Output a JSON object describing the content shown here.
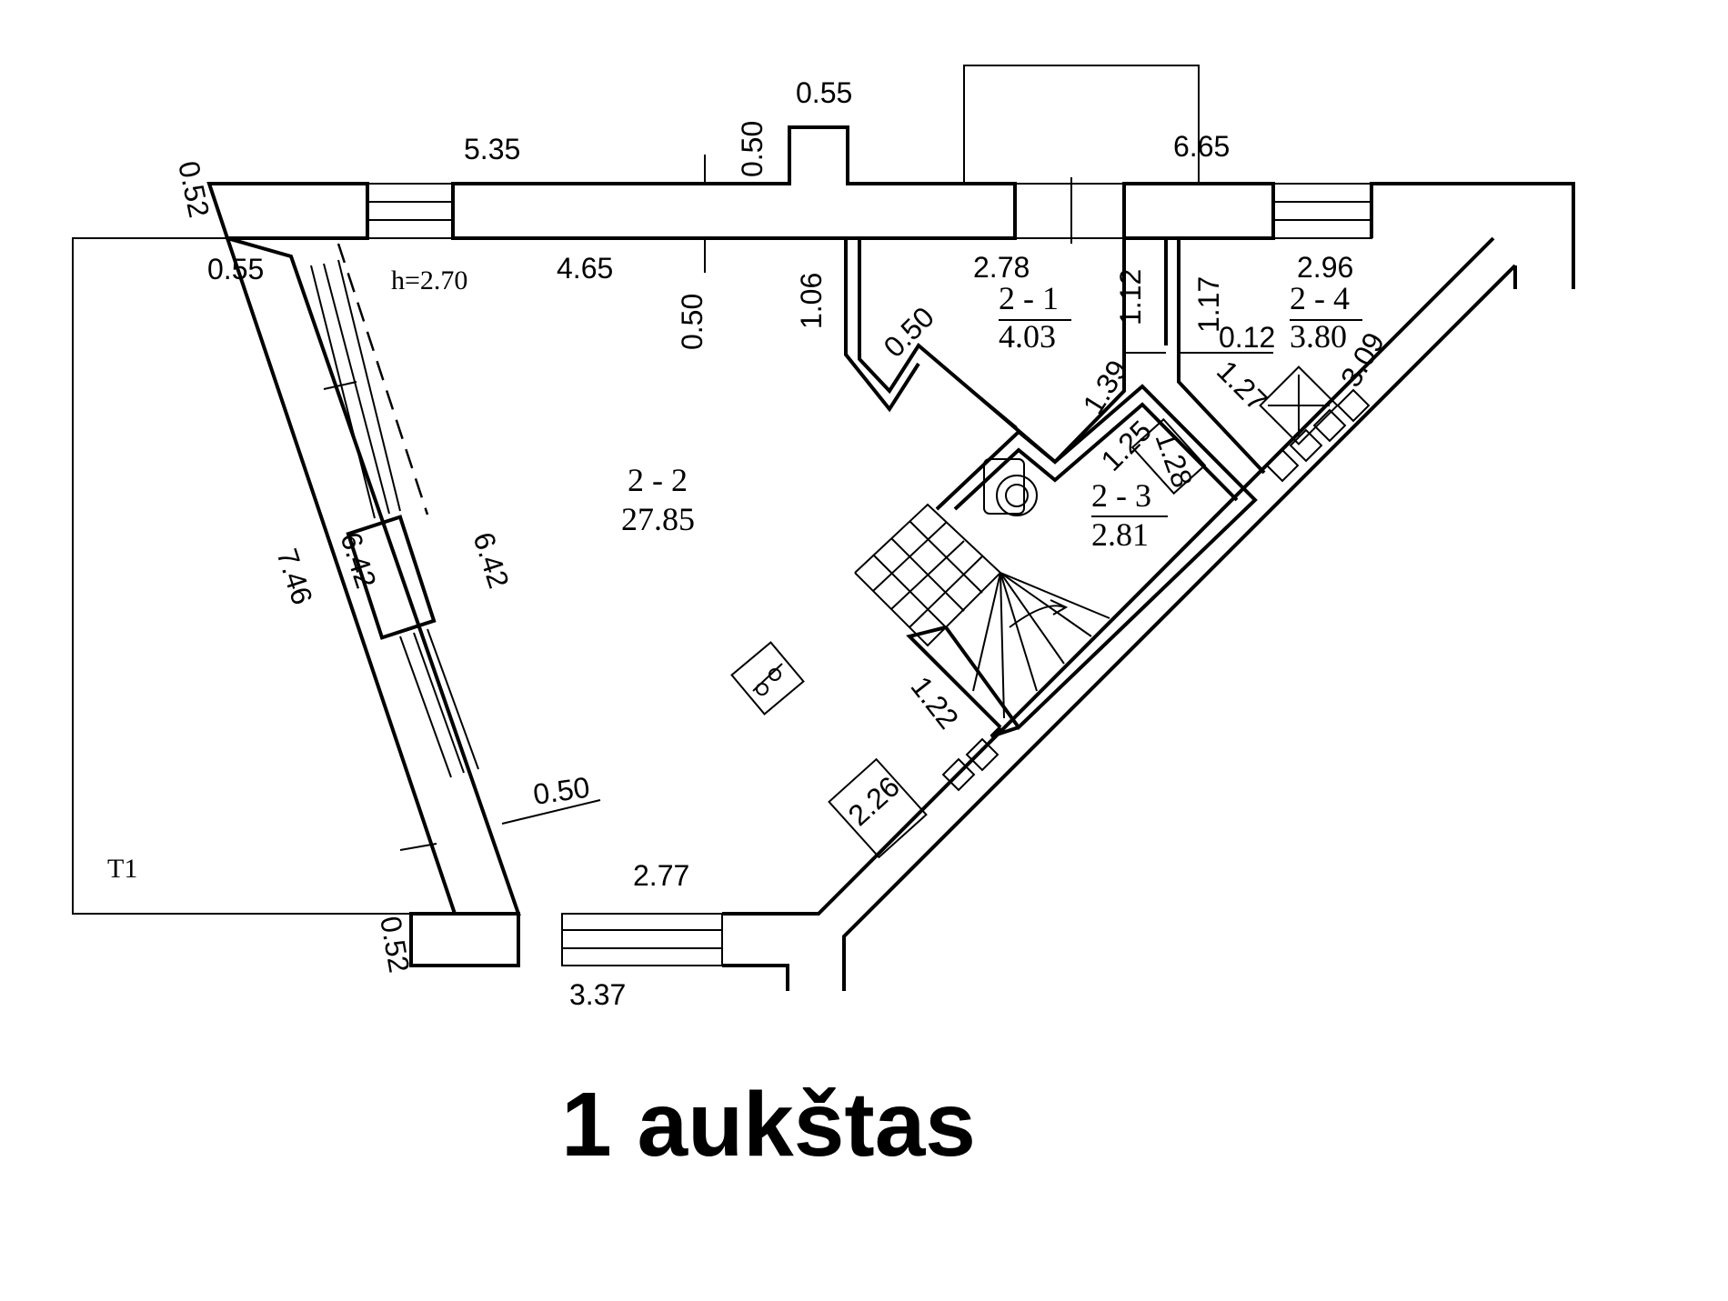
{
  "title": "1 aukštas",
  "ceiling_height": "h=2.70",
  "terrace_label": "T1",
  "rooms": [
    {
      "id": "2 - 1",
      "area": "4.03"
    },
    {
      "id": "2 - 2",
      "area": "27.85"
    },
    {
      "id": "2 - 3",
      "area": "2.81"
    },
    {
      "id": "2 - 4",
      "area": "3.80"
    }
  ],
  "dimensions": {
    "top_wall_length": "5.35",
    "top_wall_right": "6.65",
    "chimney_width": "0.55",
    "top_wall_thickness": "0.50",
    "inner_wall_thickness": "0.50",
    "room_2_2_top": "4.65",
    "corner_left_top": "0.52",
    "corner_left_inner": "0.55",
    "partition_length": "1.06",
    "diag_wall": "0.50",
    "room_2_1_width": "2.78",
    "room_2_1_height": "1.12",
    "room_2_4_height": "1.17",
    "partition_thickness": "0.12",
    "room_2_4_width": "2.96",
    "room_2_4_diag": "3.09",
    "room_2_4_inner": "1.27",
    "room_2_1_diag": "1.39",
    "room_2_3_width": "1.25",
    "room_2_3_height": "1.28",
    "left_wall_outer": "7.46",
    "left_wall_inner_a": "6.42",
    "left_wall_inner_b": "6.42",
    "stair_width": "1.22",
    "stair_diag": "2.26",
    "left_wall_thickness": "0.50",
    "bottom_wall_inner": "2.77",
    "bottom_wall_outer": "3.37",
    "corner_left_bottom": "0.52"
  }
}
